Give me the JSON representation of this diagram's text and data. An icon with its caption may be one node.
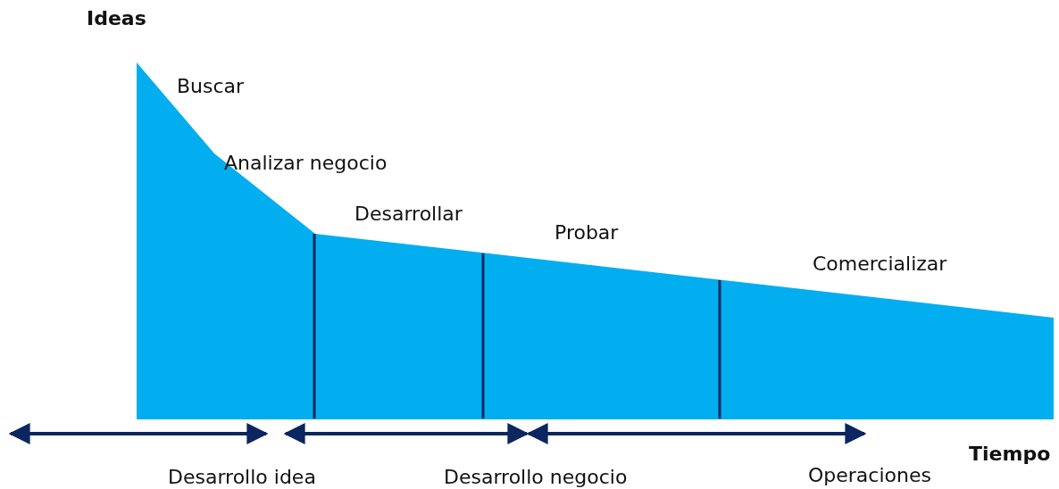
{
  "diagram": {
    "labels": [
      "Ideas",
      "Buscar",
      "Analizar negocio",
      "Desarrollar",
      "Probar",
      "Comercializar",
      "Tiempo",
      "Desarrollo idea",
      "Desarrollo negocio",
      "Operaciones"
    ]
  }
}
